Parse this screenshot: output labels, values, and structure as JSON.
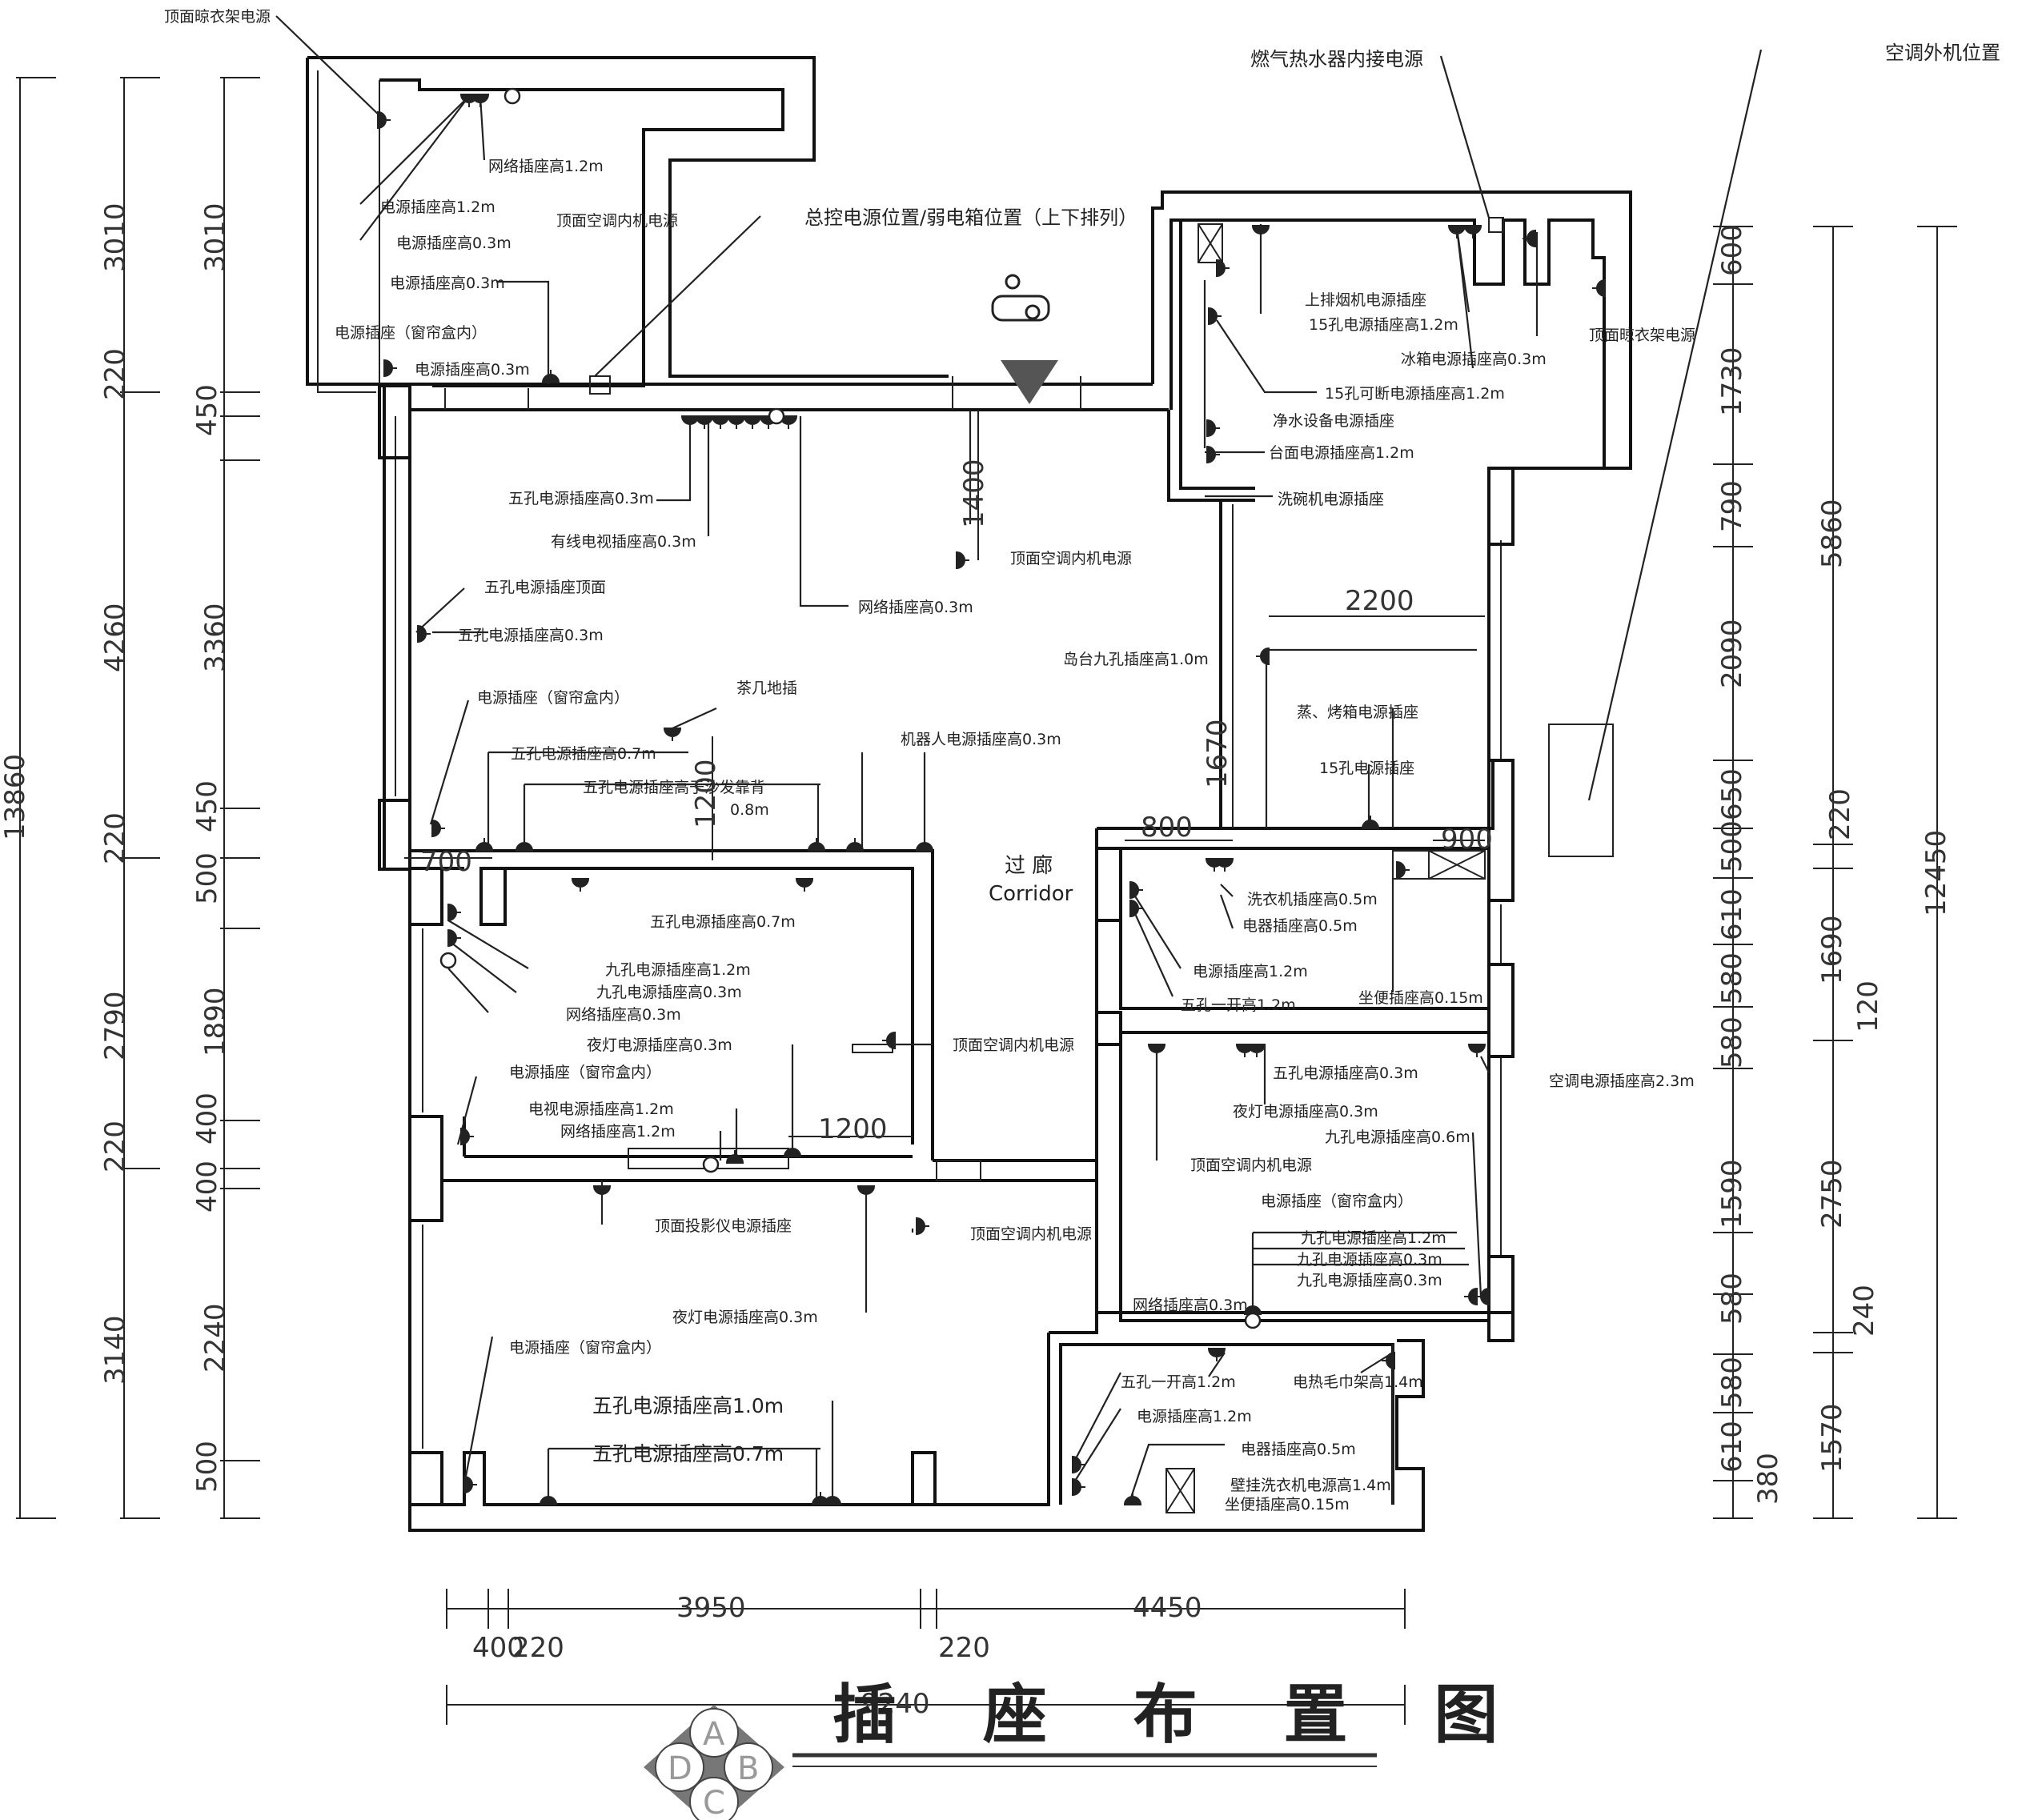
{
  "title": "插 座 布 置 图",
  "corridor": {
    "cn": "过 廊",
    "en": "Corridor"
  },
  "compass": {
    "a": "A",
    "b": "B",
    "c": "C",
    "d": "D"
  },
  "labels": {
    "l01": "顶面晾衣架电源",
    "l02": "网络插座高1.2m",
    "l03": "顶面空调内机电源",
    "l04": "电源插座高1.2m",
    "l05": "电源插座高0.3m",
    "l06": "电源插座高0.3m",
    "l07": "电源插座（窗帘盒内）",
    "l08": "电源插座高0.3m",
    "l09": "总控电源位置/弱电箱位置（上下排列）",
    "l10": "燃气热水器内接电源",
    "l11": "空调外机位置",
    "l12": "上排烟机电源插座",
    "l13": "15孔电源插座高1.2m",
    "l14": "冰箱电源插座高0.3m",
    "l15": "顶面晾衣架电源",
    "l16": "15孔可断电源插座高1.2m",
    "l17": "净水设备电源插座",
    "l18": "台面电源插座高1.2m",
    "l19": "洗碗机电源插座",
    "l20": "五孔电源插座高0.3m",
    "l21": "有线电视插座高0.3m",
    "l22": "顶面空调内机电源",
    "l23": "网络插座高0.3m",
    "l24": "五孔电源插座顶面",
    "l25": "五孔电源插座高0.3m",
    "l26": "岛台九孔插座高1.0m",
    "l27": "电源插座（窗帘盒内）",
    "l28": "茶几地插",
    "l29": "蒸、烤箱电源插座",
    "l30": "五孔电源插座高0.7m",
    "l31": "机器人电源插座高0.3m",
    "l32": "15孔电源插座",
    "l33": "五孔电源插座高于沙发靠背",
    "l34": "0.8m",
    "l35": "五孔电源插座高0.7m",
    "l36": "洗衣机插座高0.5m",
    "l37": "电器插座高0.5m",
    "l38": "九孔电源插座高1.2m",
    "l39": "九孔电源插座高0.3m",
    "l40": "网络插座高0.3m",
    "l41": "电源插座高1.2m",
    "l42": "五孔一开高1.2m",
    "l43": "坐便插座高0.15m",
    "l44": "夜灯电源插座高0.3m",
    "l45": "顶面空调内机电源",
    "l46": "电源插座（窗帘盒内）",
    "l47": "电视电源插座高1.2m",
    "l48": "网络插座高1.2m",
    "l49": "五孔电源插座高0.3m",
    "l50": "空调电源插座高2.3m",
    "l51": "夜灯电源插座高0.3m",
    "l52": "九孔电源插座高0.6m",
    "l53": "顶面空调内机电源",
    "l54": "顶面投影仪电源插座",
    "l55": "顶面空调内机电源",
    "l56": "电源插座（窗帘盒内）",
    "l57": "九孔电源插座高1.2m",
    "l58": "九孔电源插座高0.3m",
    "l59": "九孔电源插座高0.3m",
    "l60": "夜灯电源插座高0.3m",
    "l61": "网络插座高0.3m",
    "l62": "电源插座（窗帘盒内）",
    "l63": "五孔一开高1.2m",
    "l64": "电热毛巾架高1.4m",
    "l65": "电源插座高1.2m",
    "l66": "电器插座高0.5m",
    "l67": "壁挂洗衣机电源高1.4m",
    "l68": "坐便插座高0.15m",
    "l69": "五孔电源插座高1.0m",
    "l70": "五孔电源插座高0.7m"
  },
  "dims": {
    "d01": "13860",
    "d02": "3010",
    "d03": "220",
    "d04": "4260",
    "d05": "220",
    "d06": "2790",
    "d07": "220",
    "d08": "3140",
    "d09": "3010",
    "d10": "450",
    "d11": "3360",
    "d12": "450",
    "d13": "500",
    "d14": "1890",
    "d15": "400",
    "d16": "400",
    "d17": "2240",
    "d18": "500",
    "d19": "600",
    "d20": "1730",
    "d21": "790",
    "d22": "2090",
    "d23": "650",
    "d24": "500",
    "d25": "610",
    "d26": "580",
    "d27": "580",
    "d28": "1590",
    "d29": "580",
    "d30": "580",
    "d31": "610",
    "d32": "380",
    "d33": "5860",
    "d34": "220",
    "d35": "1690",
    "d36": "120",
    "d37": "2750",
    "d38": "240",
    "d39": "1570",
    "d40": "12450",
    "d41": "1400",
    "d42": "2200",
    "d43": "1670",
    "d44": "800",
    "d45": "900",
    "d46": "700",
    "d47": "1200",
    "d48": "1200",
    "d49": "3950",
    "d50": "4450",
    "d51": "400",
    "d52": "220",
    "d53": "220",
    "d54": "9240"
  }
}
